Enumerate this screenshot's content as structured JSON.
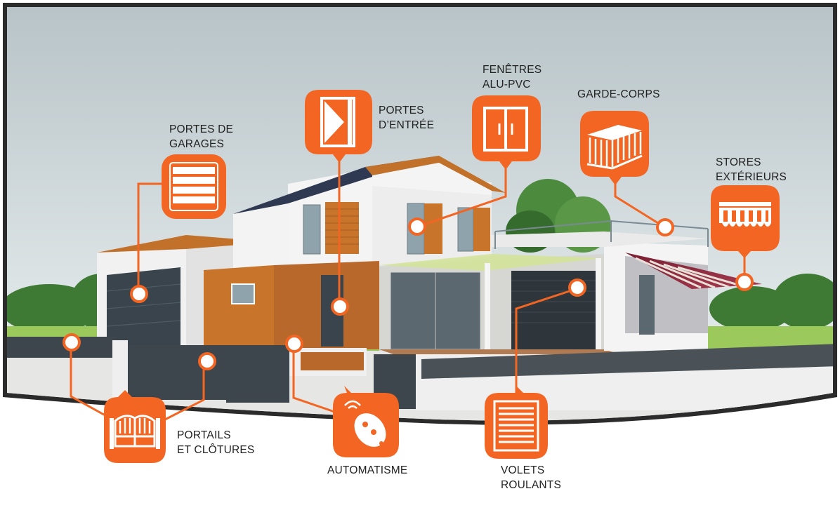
{
  "colors": {
    "accent": "#f26522",
    "frame": "#2b2b2b",
    "sky": "#c9d3d6",
    "ground": "#e8e8e6",
    "lawn": "#9bc95b",
    "fence": "#3d464c",
    "wood": "#c8742b",
    "wall": "#f4f4f4"
  },
  "categories": {
    "portes_garages": {
      "line1": "PORTES DE",
      "line2": "GARAGES",
      "icon": "garage-door-icon"
    },
    "portes_entree": {
      "line1": "PORTES",
      "line2": "D’ENTRÉE",
      "icon": "entry-door-icon"
    },
    "fenetres": {
      "line1": "FENÊTRES",
      "line2": "ALU-PVC",
      "icon": "window-icon"
    },
    "garde_corps": {
      "line1": "GARDE-CORPS",
      "line2": "",
      "icon": "railing-icon"
    },
    "stores": {
      "line1": "STORES",
      "line2": "EXTÉRIEURS",
      "icon": "awning-icon"
    },
    "portails": {
      "line1": "PORTAILS",
      "line2": "ET CLÔTURES",
      "icon": "gate-icon"
    },
    "automatisme": {
      "line1": "AUTOMATISME",
      "line2": "",
      "icon": "remote-control-icon"
    },
    "volets": {
      "line1": "VOLETS",
      "line2": "ROULANTS",
      "icon": "roller-shutter-icon"
    }
  }
}
